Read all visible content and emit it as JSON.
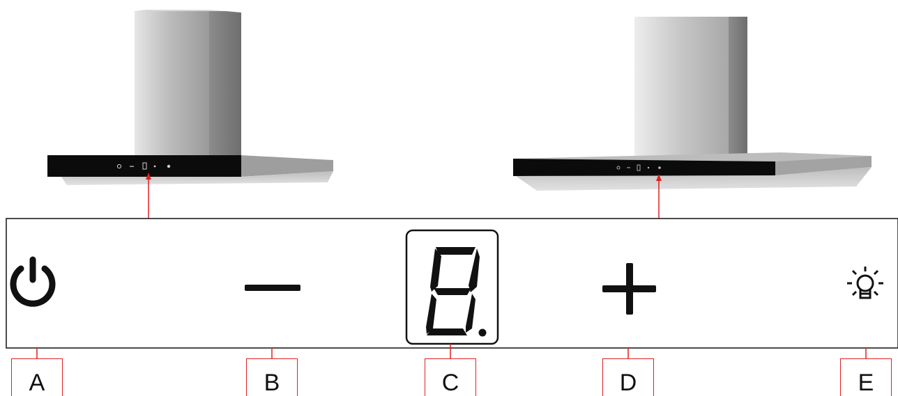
{
  "title": "",
  "control_labels": [
    {
      "letter": "A",
      "icon": "power-icon"
    },
    {
      "letter": "B",
      "icon": "minus-icon"
    },
    {
      "letter": "C",
      "icon": "seven-segment-display-icon"
    },
    {
      "letter": "D",
      "icon": "plus-icon"
    },
    {
      "letter": "E",
      "icon": "light-bulb-icon"
    }
  ],
  "colors": {
    "callout": "#e02020",
    "panel_border": "#111111",
    "icon": "#111111",
    "hood_black": "#0b0b0b",
    "steel_light": "#c9c9c9",
    "steel_dark": "#8a8a8a"
  },
  "display_digit": "8."
}
